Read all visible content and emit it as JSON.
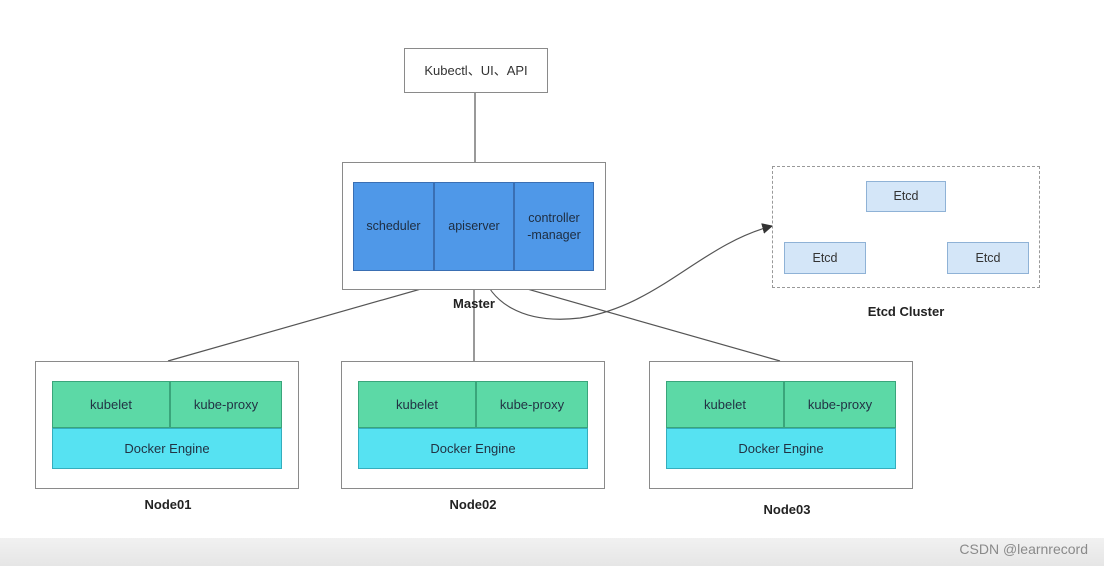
{
  "client": {
    "label": "Kubectl、UI、API"
  },
  "master": {
    "label": "Master",
    "components": {
      "scheduler": "scheduler",
      "apiserver": "apiserver",
      "controller_line1": "controller",
      "controller_line2": "-manager"
    }
  },
  "etcd_cluster": {
    "label": "Etcd Cluster",
    "nodes": [
      "Etcd",
      "Etcd",
      "Etcd"
    ]
  },
  "nodes": [
    {
      "label": "Node01",
      "kubelet": "kubelet",
      "proxy": "kube-proxy",
      "engine": "Docker Engine"
    },
    {
      "label": "Node02",
      "kubelet": "kubelet",
      "proxy": "kube-proxy",
      "engine": "Docker Engine"
    },
    {
      "label": "Node03",
      "kubelet": "kubelet",
      "proxy": "kube-proxy",
      "engine": "Docker Engine"
    }
  ],
  "watermark": "CSDN @learnrecord",
  "colors": {
    "master_component": "#4f98e8",
    "etcd": "#d4e6f8",
    "node_agent": "#5cd9a6",
    "docker_engine": "#56e2f2"
  }
}
